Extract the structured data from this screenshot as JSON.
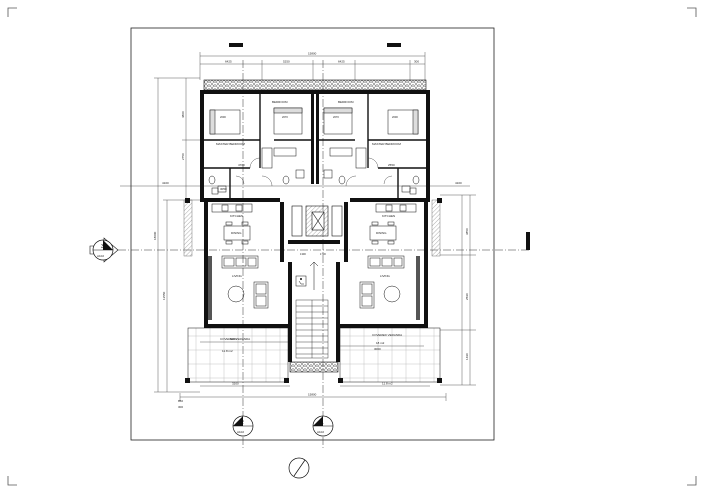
{
  "dimensions": {
    "top_overall": "15800",
    "top_segments": [
      "6425",
      "5250",
      "6425",
      "300"
    ],
    "bottom_overall": "15800",
    "left_overall": "18000",
    "left_inner": "13550",
    "left_small": [
      "4800",
      "2750"
    ],
    "right_upper": "4100",
    "right_lower": "4100",
    "right_side": [
      "3850",
      "2590",
      "1490"
    ],
    "mid_left": "4700",
    "mid_left2": "3050",
    "mid_right": "2550",
    "center_small": [
      "1300",
      "1700"
    ],
    "lower_left": "6100",
    "lower_right": "3060",
    "front_small": [
      "3200",
      "11.8 m2"
    ],
    "bottom_left_corner": "300",
    "bottom_left_corner2": "850"
  },
  "rooms": {
    "bedroom_left": "BEDROOM",
    "bedroom_right": "BEDROOM",
    "master_left": "MASTER BEDROOM",
    "master_right": "MASTER BEDROOM",
    "kitchen_left": "KITCHEN",
    "kitchen_right": "KITCHEN",
    "dining_left": "DINING",
    "dining_right": "DINING",
    "living_left": "LIVING",
    "living_right": "LIVING",
    "balcony_left": "COVERED VERANDA",
    "balcony_right": "COVERED VERANDA",
    "area_left": "11.8 m2",
    "area_right": "18 m2",
    "bed_sizes": [
      "2000",
      "2070",
      "2070",
      "2000"
    ]
  },
  "section_markers": [
    {
      "num": "3",
      "sheet": "A102"
    },
    {
      "num": "2",
      "sheet": "A102"
    },
    {
      "num": "1",
      "sheet": "A102"
    }
  ],
  "north_arrow": "north-arrow-icon",
  "colors": {
    "line": "#111111",
    "hatch": "#7a7a7a",
    "wall": "#000000",
    "paper": "#ffffff"
  }
}
